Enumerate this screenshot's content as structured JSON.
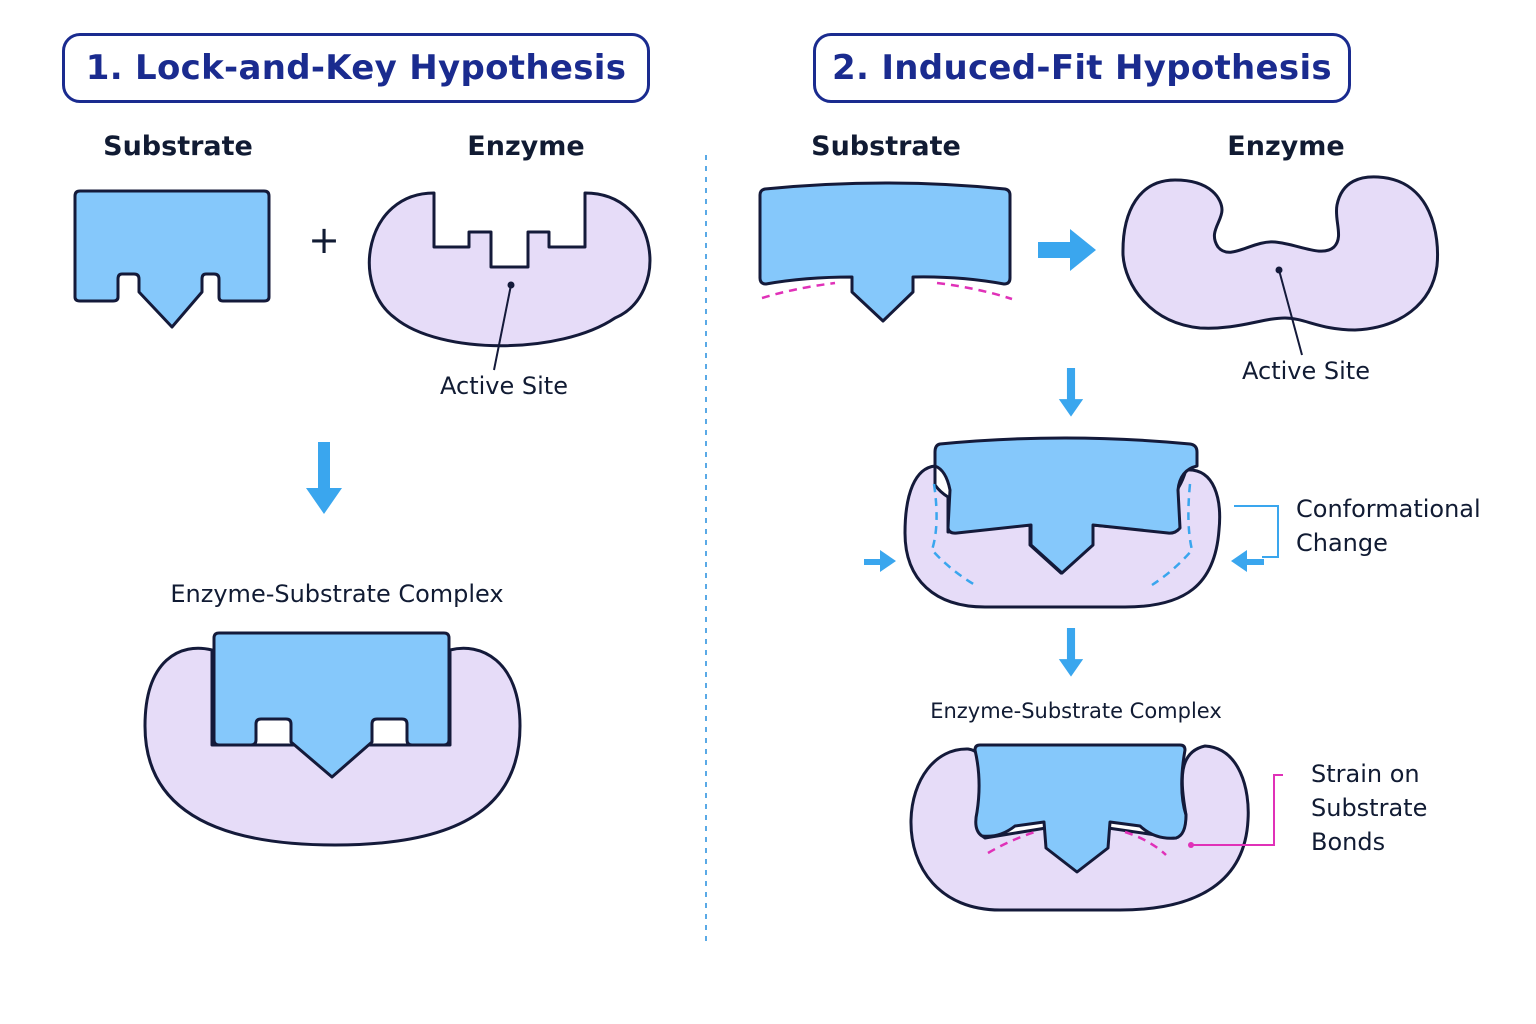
{
  "colors": {
    "title": "#1a2b8f",
    "substrate_fill": "#85c8fb",
    "enzyme_fill": "#e6dcf8",
    "outline": "#141a3a",
    "arrow": "#3aa6ee",
    "strain": "#e031b8",
    "divider": "#5aaae6"
  },
  "panel1": {
    "title": "1. Lock-and-Key Hypothesis",
    "substrate_label": "Substrate",
    "enzyme_label": "Enzyme",
    "plus": "+",
    "active_site_label": "Active Site",
    "complex_label": "Enzyme-Substrate Complex"
  },
  "panel2": {
    "title": "2. Induced-Fit Hypothesis",
    "substrate_label": "Substrate",
    "enzyme_label": "Enzyme",
    "active_site_label": "Active Site",
    "conformational_line1": "Conformational",
    "conformational_line2": "Change",
    "complex_label": "Enzyme-Substrate Complex",
    "strain_line1": "Strain on",
    "strain_line2": "Substrate",
    "strain_line3": "Bonds"
  },
  "icons": {
    "arrow": "arrow-down-icon",
    "arrow_right": "arrow-right-icon"
  }
}
